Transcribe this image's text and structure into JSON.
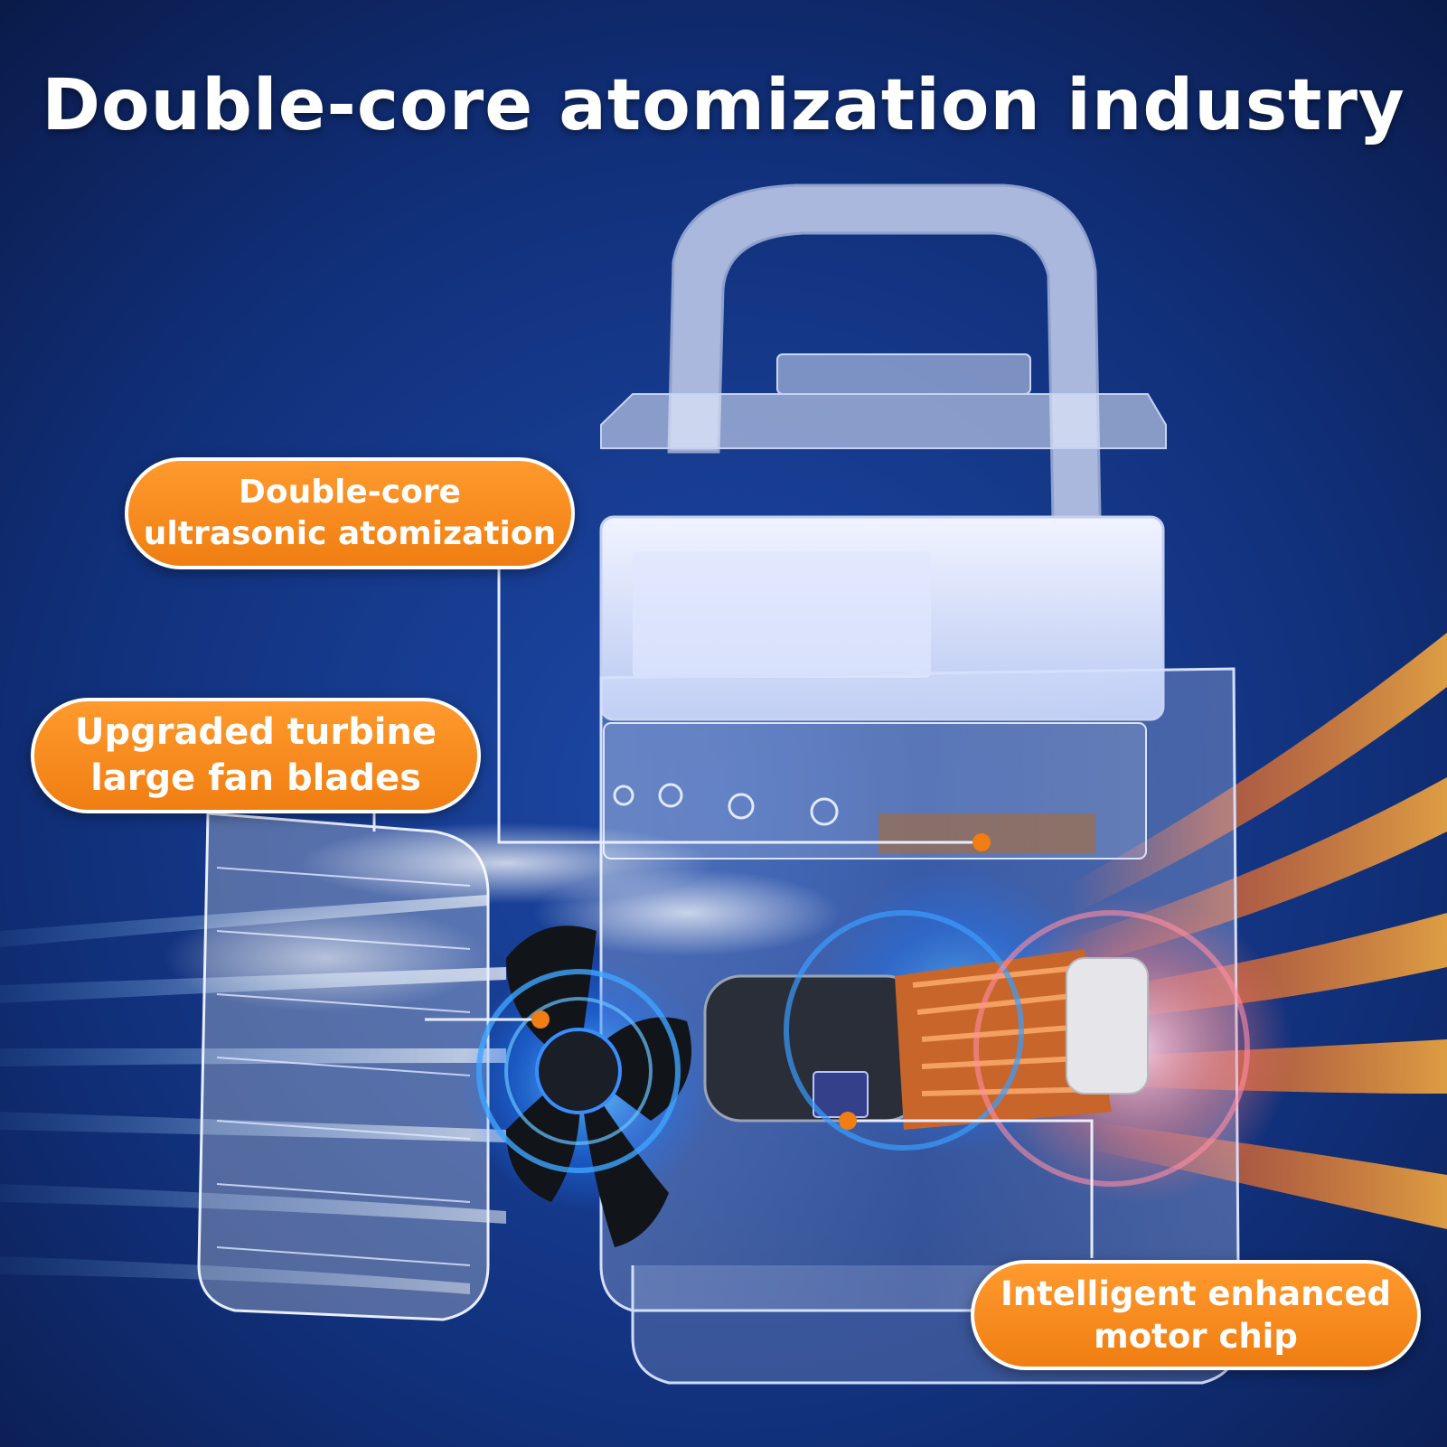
{
  "title": "Double-core atomization industry",
  "callouts": {
    "atomization": {
      "line1": "Double-core",
      "line2": "ultrasonic atomization"
    },
    "fan": {
      "line1": "Upgraded turbine",
      "line2": "large fan blades"
    },
    "chip": {
      "line1": "Intelligent enhanced",
      "line2": "motor chip"
    }
  },
  "colors": {
    "background": "#0d1f55",
    "callout_fill": "#f58a1f",
    "callout_border": "#ffffff",
    "title_text": "#ffffff",
    "marker_dot": "#f07e12"
  }
}
